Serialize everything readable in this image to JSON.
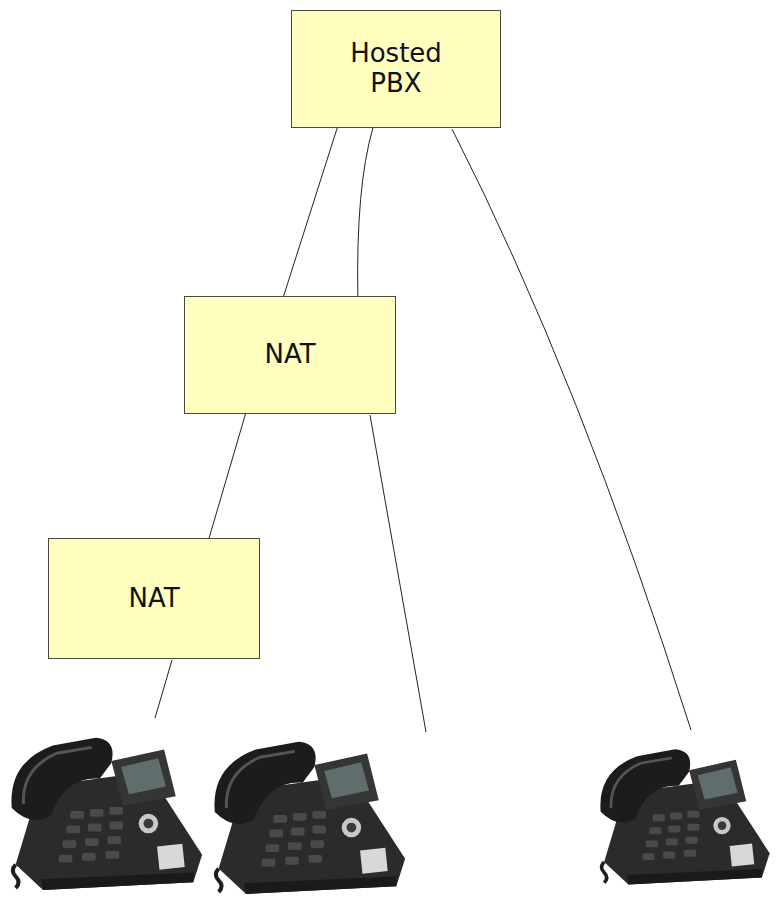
{
  "diagram": {
    "nodes": [
      {
        "text": [
          "Hosted PBX"
        ]
      },
      {
        "text": [
          "NAT"
        ]
      },
      {
        "text": [
          "NAT"
        ]
      }
    ],
    "edges": [
      {
        "from": 0,
        "to": 1,
        "arrow": "none"
      },
      {
        "from": 0,
        "to": 1,
        "arrow": "none"
      },
      {
        "from": 1,
        "to": 2,
        "arrow": "none"
      }
    ]
  }
}
